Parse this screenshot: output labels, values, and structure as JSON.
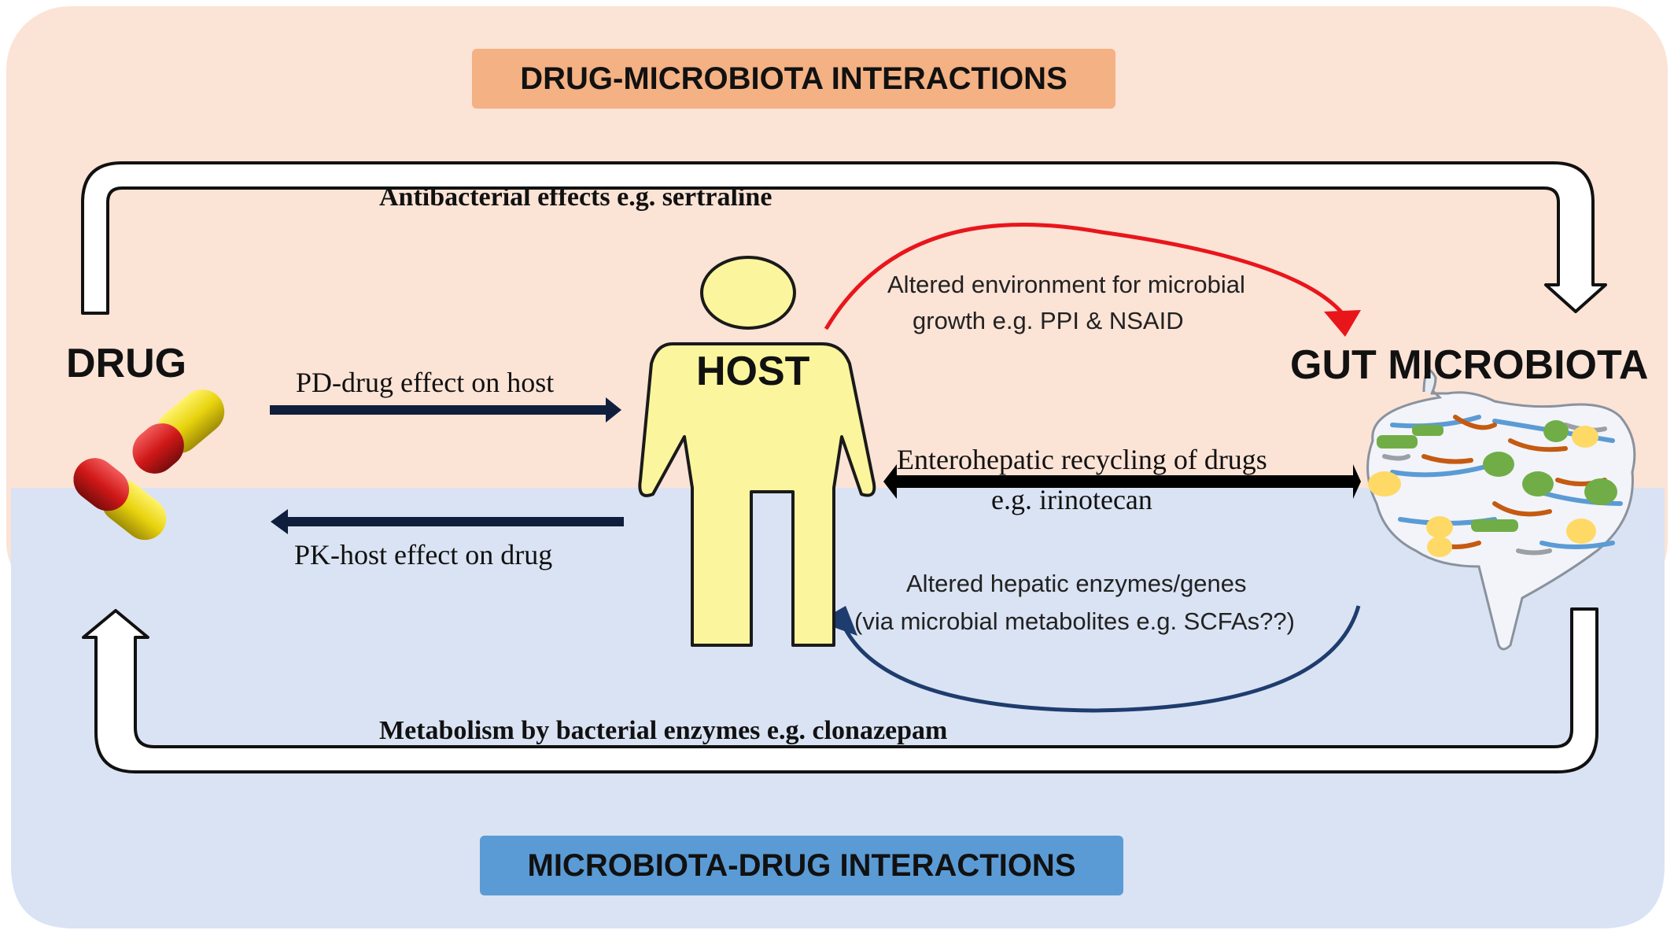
{
  "banners": {
    "top": "DRUG-MICROBIOTA INTERACTIONS",
    "bottom": "MICROBIOTA-DRUG INTERACTIONS"
  },
  "nodes": {
    "drug": "DRUG",
    "host": "HOST",
    "microbiota": "GUT MICROBIOTA"
  },
  "edges": {
    "antibacterial": "Antibacterial  effects e.g. sertraline",
    "environment_line1": "Altered environment for microbial",
    "environment_line2": "growth e.g. PPI & NSAID",
    "pd": "PD-drug effect on host",
    "pk": "PK-host effect on drug",
    "enterohepatic_line1": "Enterohepatic  recycling  of drugs",
    "enterohepatic_line2": "e.g.  irinotecan",
    "hepatic_line1": "Altered hepatic enzymes/genes",
    "hepatic_line2": "(via microbial metabolites e.g. SCFAs??)",
    "metabolism": "Metabolism  by bacterial enzymes e.g. clonazepam"
  },
  "colors": {
    "top_panel": "#fbe3d6",
    "bottom_panel": "#dae3f3",
    "top_banner": "#f4b183",
    "bottom_banner": "#5b9bd5",
    "host_figure": "#fbf59d",
    "red_arrow": "#e8161b",
    "navy_arrow": "#1f3c6e"
  },
  "icons": [
    "capsule-icon",
    "intestine-icon",
    "person-icon"
  ]
}
